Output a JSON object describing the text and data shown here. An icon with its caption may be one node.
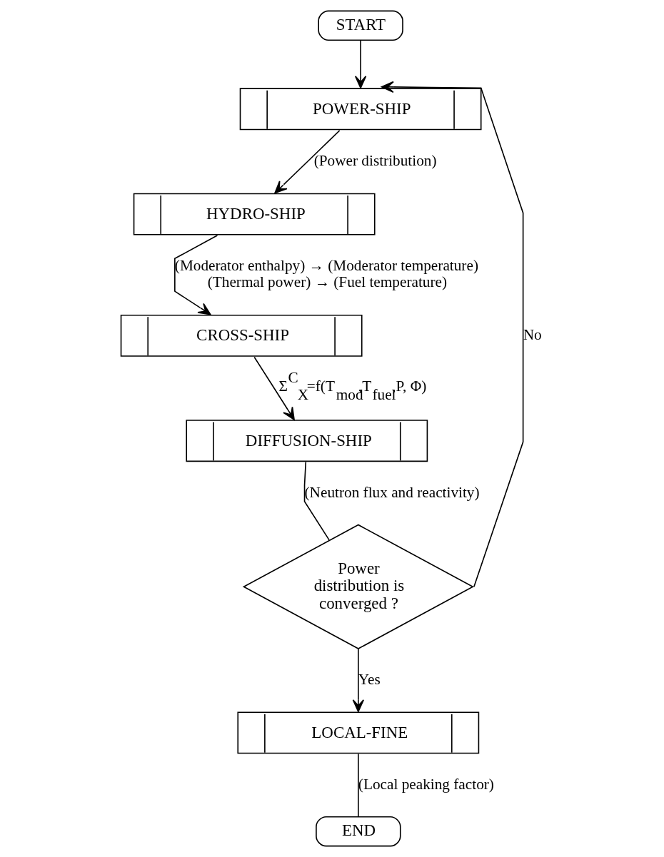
{
  "diagram": {
    "nodes": [
      {
        "text": [
          "START"
        ]
      },
      {
        "text": [
          "POWER-SHIP"
        ]
      },
      {
        "text": [
          "HYDRO-SHIP"
        ]
      },
      {
        "text": [
          "CROSS-SHIP"
        ]
      },
      {
        "text": [
          "DIFFUSION-SHIP"
        ]
      },
      {
        "text": [
          "Power distribution is converged ?"
        ]
      },
      {
        "text": [
          "LOCAL-FINE"
        ]
      },
      {
        "text": [
          "END"
        ]
      }
    ],
    "edges": [
      {
        "from": 0,
        "to": 1,
        "arrow": "to"
      },
      {
        "from": 1,
        "to": 2,
        "arrow": "to",
        "label": "(Power distribution)"
      },
      {
        "from": 2,
        "to": 3,
        "arrow": "to",
        "label": "(Moderator enthalpy) → (Moderator temperature) (Thermal power) → (Fuel temperature)"
      },
      {
        "from": 3,
        "to": 4,
        "arrow": "to",
        "label": "Σ$^{C}$$_{X}$=f(T$_{mod}$,T$_{fuel}$,P, Φ)"
      },
      {
        "from": 4,
        "to": 5,
        "arrow": "none",
        "label": "(Neutron flux and reactivity)"
      },
      {
        "from": 5,
        "to": 1,
        "arrow": "to",
        "label": "No"
      },
      {
        "from": 5,
        "to": 6,
        "arrow": "to",
        "label": "Yes"
      },
      {
        "from": 6,
        "to": 7,
        "arrow": "none",
        "label": "(Local peaking factor)"
      }
    ]
  }
}
